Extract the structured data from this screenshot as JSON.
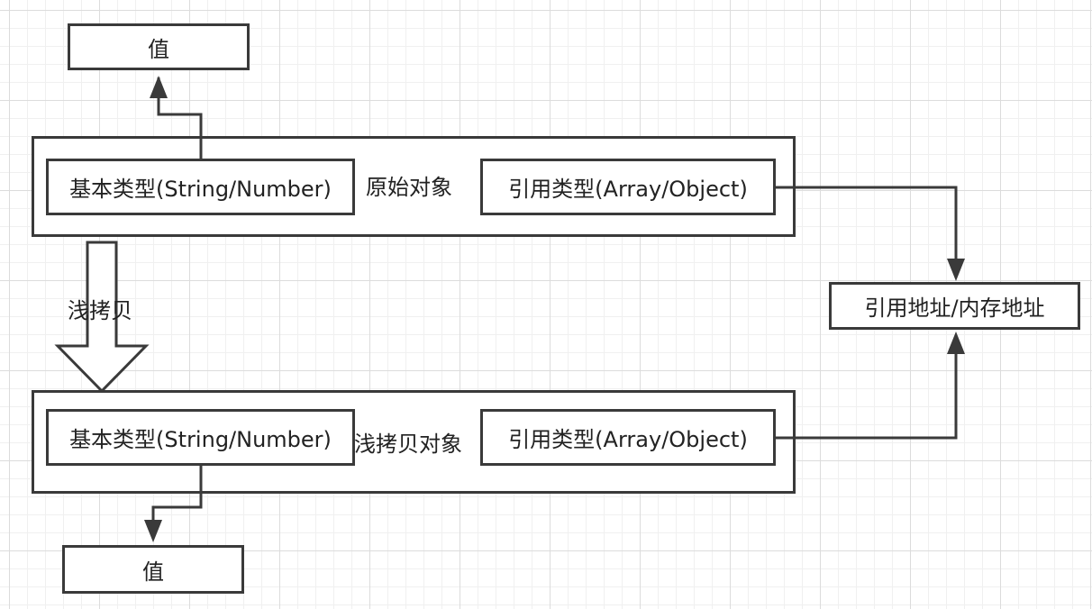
{
  "nodes": {
    "value_top": "值",
    "value_bottom": "值",
    "original_primitive": "基本类型(String/Number)",
    "original_reference": "引用类型(Array/Object)",
    "original_label": "原始对象",
    "shallow_primitive": "基本类型(String/Number)",
    "shallow_reference": "引用类型(Array/Object)",
    "shallow_label": "浅拷贝对象",
    "address": "引用地址/内存地址",
    "shallow_copy_arrow_label": "浅拷贝"
  },
  "colors": {
    "stroke": "#3a3a3a",
    "grid_major": "#dcdcdc",
    "grid_minor": "#f0f0f0"
  }
}
